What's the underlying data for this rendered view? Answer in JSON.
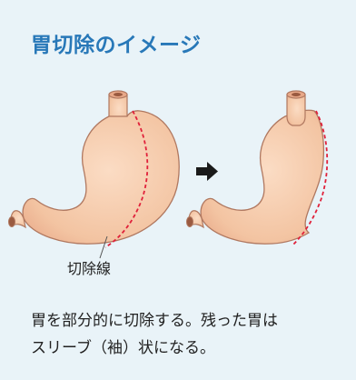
{
  "title": "胃切除のイメージ",
  "cut_line_label": "切除線",
  "caption": {
    "line1": "胃を部分的に切除する。残った胃は",
    "line2": "スリーブ（袖）状になる。"
  },
  "colors": {
    "background": "#e9f3f8",
    "title": "#2878b8",
    "stomach_fill": "#f5c8a8",
    "stomach_outline": "#b07860",
    "cut_line": "#e0203a",
    "arrow": "#1a1a1a"
  },
  "icons": {
    "arrow": "right-arrow-icon"
  }
}
